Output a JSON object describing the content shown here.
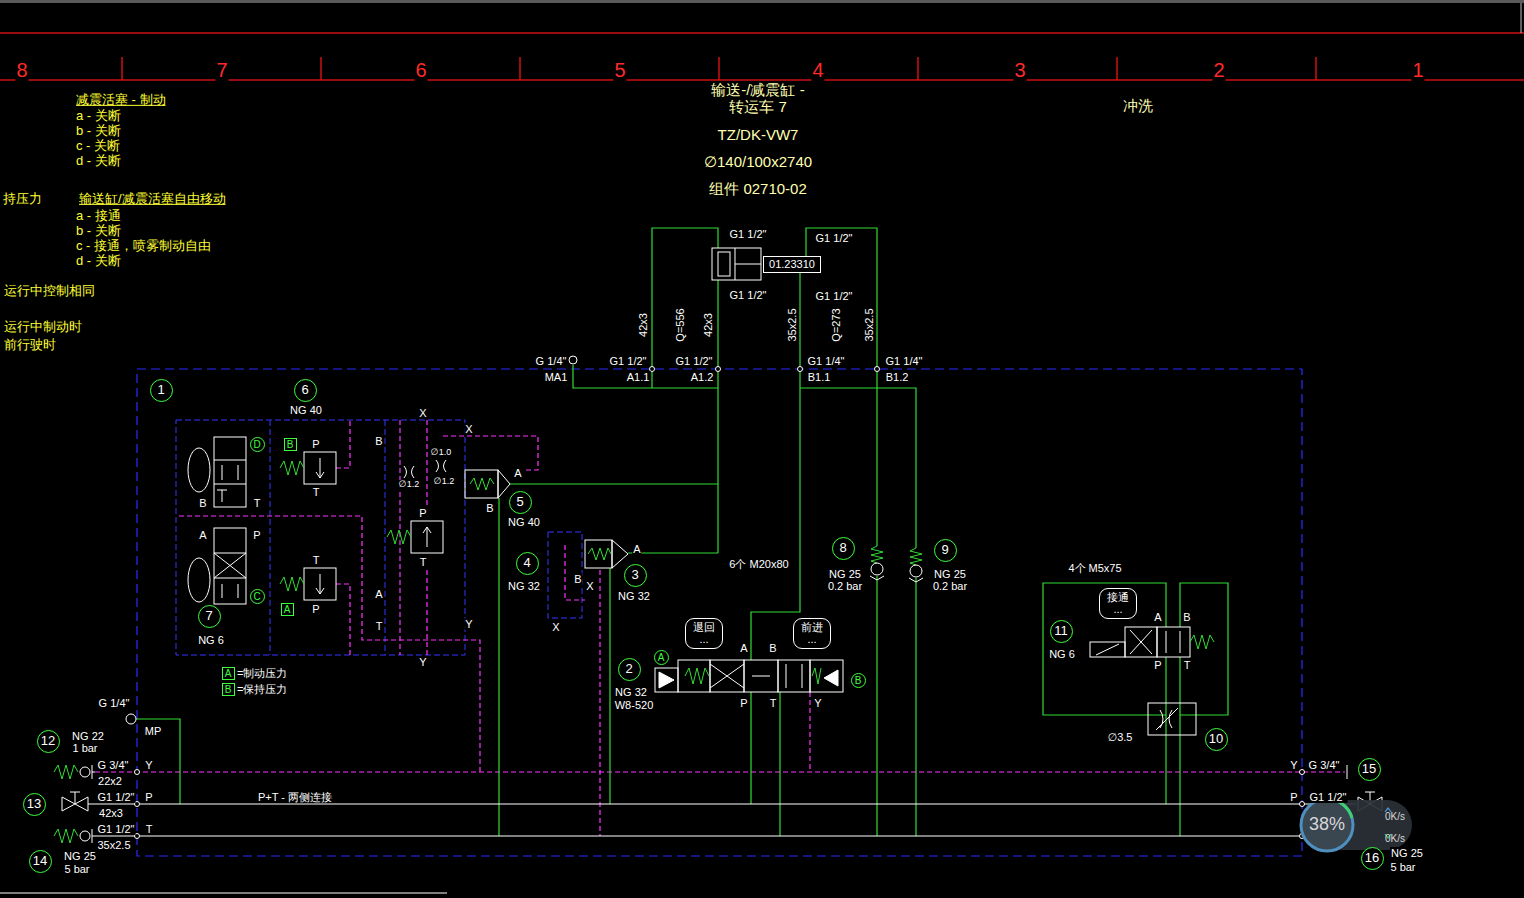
{
  "diagram": {
    "nodes": [
      {
        "text": [
          "01.23310"
        ]
      },
      {
        "text": [
          "1"
        ]
      },
      {
        "text": [
          "6"
        ]
      },
      {
        "text": [
          "D"
        ]
      },
      {
        "text": [
          "B"
        ]
      },
      {
        "text": [
          "5"
        ]
      },
      {
        "text": [
          "8"
        ]
      },
      {
        "text": [
          "9"
        ]
      },
      {
        "text": [
          "4"
        ]
      },
      {
        "text": [
          "3"
        ]
      },
      {
        "text": [
          "A"
        ]
      },
      {
        "text": [
          "C"
        ]
      },
      {
        "text": [
          "7"
        ]
      },
      {
        "text": [
          "接通",
          "..."
        ]
      },
      {
        "text": [
          "退回",
          "..."
        ]
      },
      {
        "text": [
          "前进",
          "..."
        ]
      },
      {
        "text": [
          "11"
        ]
      },
      {
        "text": [
          "2"
        ]
      },
      {
        "text": [
          "A"
        ]
      },
      {
        "text": [
          "A"
        ]
      },
      {
        "text": [
          "B"
        ]
      },
      {
        "text": [
          "B"
        ]
      },
      {
        "text": [
          "10"
        ]
      },
      {
        "text": [
          "12"
        ]
      },
      {
        "text": [
          "15"
        ]
      },
      {
        "text": [
          "13"
        ]
      },
      {
        "text": [
          "14"
        ]
      },
      {
        "text": [
          "16"
        ]
      }
    ],
    "labels": [
      "8",
      "7",
      "6",
      "5",
      "4",
      "3",
      "2",
      "1",
      "输送-/减震缸 -",
      "转运车 7",
      "TZ/DK-VW7",
      "∅140/100x2740",
      "组件 02710-02",
      "冲洗",
      "减震活塞 - 制动",
      "a - 关断",
      "b - 关断",
      "c - 关断",
      "d - 关断",
      "持压力",
      "输送缸/减震活塞自由移动",
      "a - 接通",
      "b - 关断",
      "c - 接通，喷雾制动自由",
      "d - 关断",
      "运行中控制相同",
      "运行中制动时",
      "前行驶时",
      "G1 1/2\"",
      "G1 1/2\"",
      "G1 1/2\"",
      "G1 1/2\"",
      "42x3",
      "Q=556",
      "42x3",
      "35x2.5",
      "Q=273",
      "35x2.5",
      "G 1/4\"",
      "G1 1/2\"",
      "G1 1/2\"",
      "G1 1/4\"",
      "G1 1/4\"",
      "MA1",
      "A1.1",
      "A1.2",
      "B1.1",
      "B1.2",
      "NG 40",
      "NG 40",
      "NG 32",
      "NG 32",
      "NG 6",
      "NG 32",
      "W8-520",
      "NG 25",
      "0.2 bar",
      "NG 25",
      "0.2 bar",
      "NG 6",
      "6个 M20x80",
      "4个 M5x75",
      "∅3.5",
      "=制动压力",
      "=保持压力",
      "P",
      "T",
      "T",
      "P",
      "B",
      "T",
      "A",
      "P",
      "X",
      "X",
      "B",
      "∅1.0",
      "∅1.2",
      "∅1.2",
      "P",
      "T",
      "A",
      "T",
      "Y",
      "Y",
      "A",
      "B",
      "A",
      "B",
      "X",
      "X",
      "A",
      "B",
      "P",
      "T",
      "Y",
      "A",
      "B",
      "P",
      "T",
      "G 1/4\"",
      "MP",
      "NG 22",
      "1 bar",
      "G 3/4\"",
      "22x2",
      "Y",
      "G1 1/2\"",
      "42x3",
      "P",
      "G1 1/2\"",
      "35x2.5",
      "T",
      "NG 25",
      "5 bar",
      "P+T - 两侧连接",
      "Y",
      "G 3/4\"",
      "P",
      "G1 1/2\"",
      "NG 25",
      "5 bar",
      "38%",
      "0K/s",
      "0K/s"
    ]
  }
}
